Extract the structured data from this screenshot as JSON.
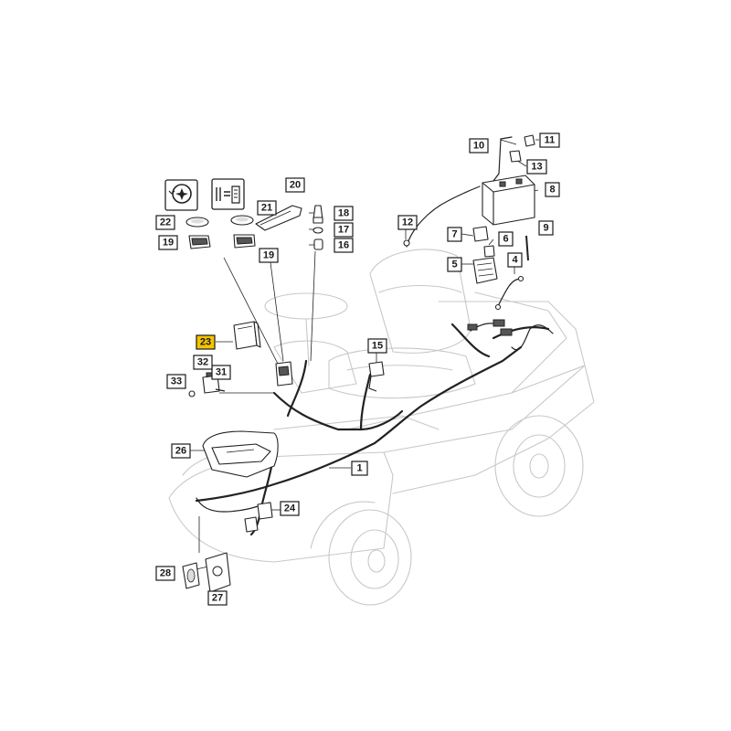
{
  "diagram": {
    "callouts": [
      {
        "id": "c1",
        "label": "1",
        "highlight": false
      },
      {
        "id": "c4",
        "label": "4",
        "highlight": false
      },
      {
        "id": "c5",
        "label": "5",
        "highlight": false
      },
      {
        "id": "c6",
        "label": "6",
        "highlight": false
      },
      {
        "id": "c7",
        "label": "7",
        "highlight": false
      },
      {
        "id": "c8",
        "label": "8",
        "highlight": false
      },
      {
        "id": "c9",
        "label": "9",
        "highlight": false
      },
      {
        "id": "c10",
        "label": "10",
        "highlight": false
      },
      {
        "id": "c11",
        "label": "11",
        "highlight": false
      },
      {
        "id": "c12",
        "label": "12",
        "highlight": false
      },
      {
        "id": "c13",
        "label": "13",
        "highlight": false
      },
      {
        "id": "c15",
        "label": "15",
        "highlight": false
      },
      {
        "id": "c16",
        "label": "16",
        "highlight": false
      },
      {
        "id": "c17",
        "label": "17",
        "highlight": false
      },
      {
        "id": "c18",
        "label": "18",
        "highlight": false
      },
      {
        "id": "c19a",
        "label": "19",
        "highlight": false
      },
      {
        "id": "c19b",
        "label": "19",
        "highlight": false
      },
      {
        "id": "c20",
        "label": "20",
        "highlight": false
      },
      {
        "id": "c21",
        "label": "21",
        "highlight": false
      },
      {
        "id": "c22",
        "label": "22",
        "highlight": false
      },
      {
        "id": "c23",
        "label": "23",
        "highlight": true
      },
      {
        "id": "c24",
        "label": "24",
        "highlight": false
      },
      {
        "id": "c26",
        "label": "26",
        "highlight": false
      },
      {
        "id": "c27",
        "label": "27",
        "highlight": false
      },
      {
        "id": "c28",
        "label": "28",
        "highlight": false
      },
      {
        "id": "c31",
        "label": "31",
        "highlight": false
      },
      {
        "id": "c32",
        "label": "32",
        "highlight": false
      },
      {
        "id": "c33",
        "label": "33",
        "highlight": false
      }
    ],
    "colors": {
      "highlight": "#f5c400",
      "ink": "#1a1a1a",
      "ghost": "#c8c8c8"
    },
    "icons": [
      "blade-engage-icon",
      "lift-lever-icon"
    ]
  }
}
